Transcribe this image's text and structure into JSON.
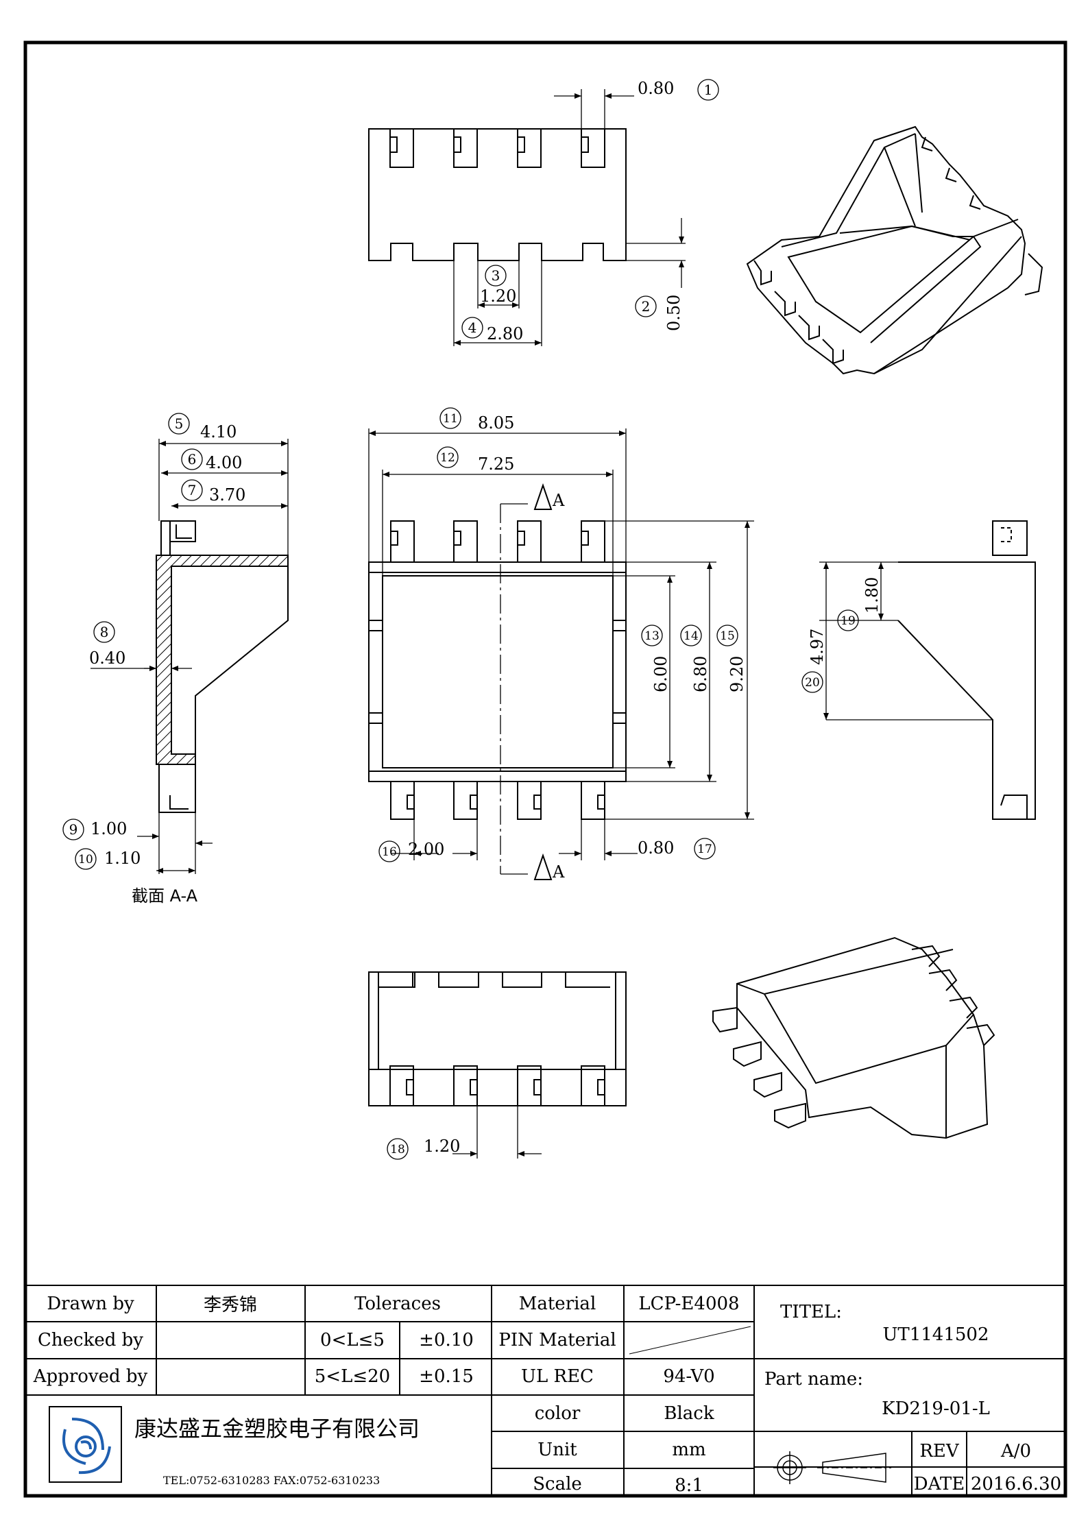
{
  "dimensions": [
    {
      "id": "1",
      "value": "0.80"
    },
    {
      "id": "2",
      "value": "0.50"
    },
    {
      "id": "3",
      "value": "1.20"
    },
    {
      "id": "4",
      "value": "2.80"
    },
    {
      "id": "5",
      "value": "4.10"
    },
    {
      "id": "6",
      "value": "4.00"
    },
    {
      "id": "7",
      "value": "3.70"
    },
    {
      "id": "8",
      "value": "0.40"
    },
    {
      "id": "9",
      "value": "1.00"
    },
    {
      "id": "10",
      "value": "1.10"
    },
    {
      "id": "11",
      "value": "8.05"
    },
    {
      "id": "12",
      "value": "7.25"
    },
    {
      "id": "13",
      "value": "6.00"
    },
    {
      "id": "14",
      "value": "6.80"
    },
    {
      "id": "15",
      "value": "9.20"
    },
    {
      "id": "16",
      "value": "2.00"
    },
    {
      "id": "17",
      "value": "0.80"
    },
    {
      "id": "18",
      "value": "1.20"
    },
    {
      "id": "19",
      "value": "1.80"
    },
    {
      "id": "20",
      "value": "4.97"
    }
  ],
  "section_label": "截面  A-A",
  "section_marker": "A",
  "title_block": {
    "drawn_by_label": "Drawn by",
    "drawn_by_value": "李秀锦",
    "checked_by_label": "Checked by",
    "approved_by_label": "Approved by",
    "tolerances_label": "Toleraces",
    "tol_range_1": "0<L≤5",
    "tol_value_1": "±0.10",
    "tol_range_2": "5<L≤20",
    "tol_value_2": "±0.15",
    "material_label": "Material",
    "material_value": "LCP-E4008",
    "pin_material_label": "PIN Material",
    "ul_label": "UL   REC",
    "ul_value": "94-V0",
    "color_label": "color",
    "color_value": "Black",
    "unit_label": "Unit",
    "unit_value": "mm",
    "scale_label": "Scale",
    "scale_value": "8:1",
    "titel_label": "TITEL:",
    "titel_value": "UT1141502",
    "part_name_label": "Part name:",
    "part_name_value": "KD219-01-L",
    "rev_label": "REV",
    "rev_value": "A/0",
    "date_label": "DATE",
    "date_value": "2016.6.30",
    "company_name": "康达盛五金塑胶电子有限公司",
    "contact": "TEL:0752-6310283   FAX:0752-6310233"
  },
  "colors": {
    "ink": "#000000",
    "logo_blue": "#1f5fb0",
    "paper": "#ffffff"
  }
}
